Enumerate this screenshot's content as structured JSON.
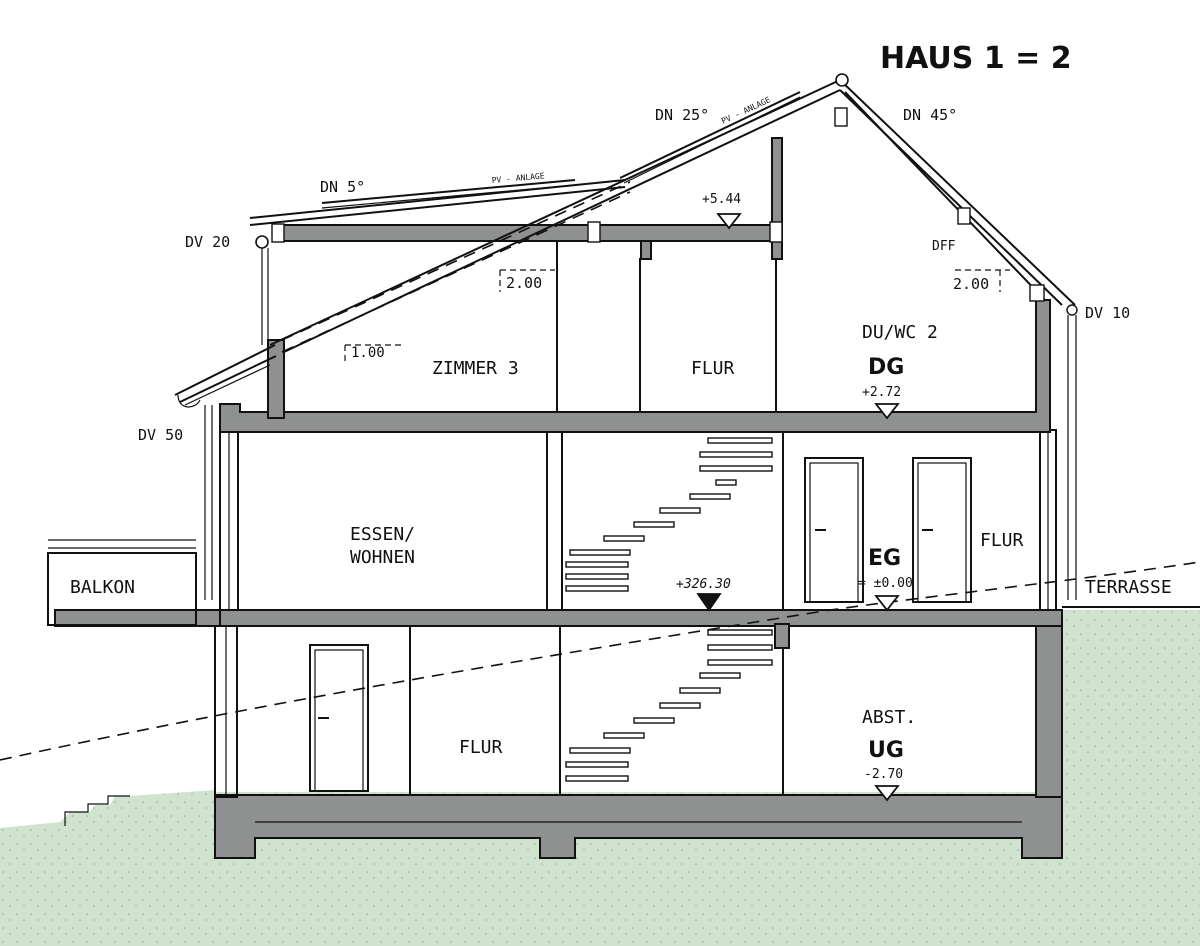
{
  "title": "HAUS 1 = 2",
  "roof": {
    "pitch_left": "DN 5°",
    "pitch_mid": "DN 25°",
    "pitch_right": "DN 45°",
    "pv_left": "PV - ANLAGE",
    "pv_mid": "PV - ANLAGE",
    "dff": "DFF",
    "dv20": "DV 20",
    "dv10": "DV 10",
    "dv50": "DV 50"
  },
  "heights": {
    "h200_left": "2.00",
    "h200_right": "2.00",
    "h100": "1.00"
  },
  "levels": {
    "top": "+5.44",
    "dg_code": "DG",
    "dg_value": "+2.72",
    "eg_code": "EG",
    "eg_value": "= ±0.00",
    "absolute": "+326.30",
    "ug_code": "UG",
    "ug_value": "-2.70"
  },
  "rooms": {
    "zimmer3": "ZIMMER 3",
    "flur_dg": "FLUR",
    "du_wc": "DU/WC 2",
    "essen1": "ESSEN/",
    "essen2": "WOHNEN",
    "flur_eg": "FLUR",
    "flur_ug": "FLUR",
    "abst": "ABST.",
    "balkon": "BALKON",
    "terrasse": "TERRASSE"
  }
}
